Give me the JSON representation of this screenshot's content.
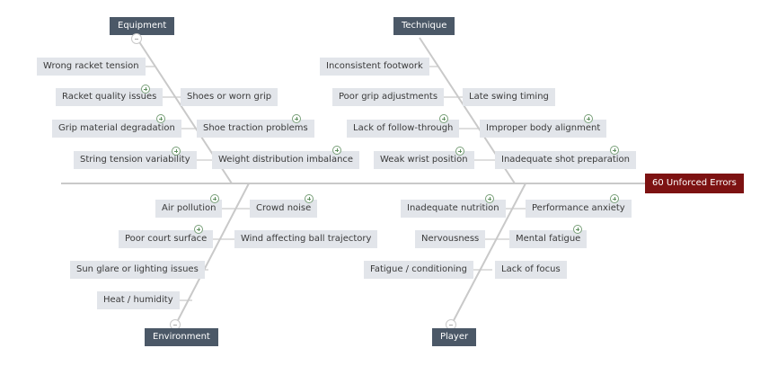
{
  "effect": "60 Unforced Errors",
  "categories": {
    "equipment": {
      "label": "Equipment",
      "causes": [
        "Wrong racket tension",
        "Racket quality issues",
        "Shoes or worn grip",
        "Grip material degradation",
        "Shoe traction problems",
        "String tension variability",
        "Weight distribution imbalance"
      ]
    },
    "technique": {
      "label": "Technique",
      "causes": [
        "Inconsistent footwork",
        "Poor grip adjustments",
        "Late swing timing",
        "Lack of follow-through",
        "Improper body alignment",
        "Weak wrist position",
        "Inadequate shot preparation"
      ]
    },
    "environment": {
      "label": "Environment",
      "causes": [
        "Air pollution",
        "Crowd noise",
        "Poor court surface",
        "Wind affecting ball trajectory",
        "Sun glare or lighting issues",
        "Heat / humidity"
      ]
    },
    "player": {
      "label": "Player",
      "causes": [
        "Inadequate nutrition",
        "Performance anxiety",
        "Nervousness",
        "Mental fatigue",
        "Fatigue / conditioning",
        "Lack of focus"
      ]
    }
  }
}
